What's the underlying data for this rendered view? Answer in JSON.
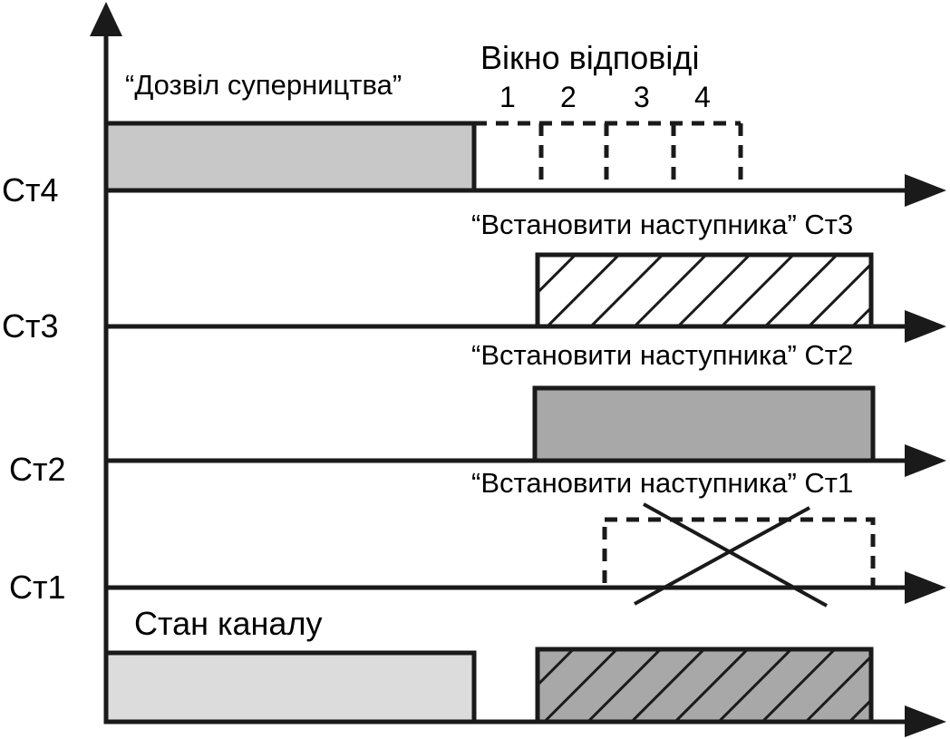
{
  "diagram": {
    "stations": [
      {
        "label": "Ст4"
      },
      {
        "label": "Ст3"
      },
      {
        "label": "Ст2"
      },
      {
        "label": "Ст1"
      }
    ],
    "contention_label": "“Дозвіл суперництва”",
    "response_window": {
      "title": "Вікно відповіді",
      "slots": [
        "1",
        "2",
        "3",
        "4"
      ]
    },
    "successor_labels": [
      "“Встановити наступника” Ст3",
      "“Встановити наступника” Ст2",
      "“Встановити наступника” Ст1"
    ],
    "channel_state_label": "Стан каналу",
    "colors": {
      "line": "#1a1a1a",
      "gray_fill": "#c8c8c8",
      "dark_gray_fill": "#a8a8a8",
      "light_gray_fill": "#dcdcdc",
      "hatch_fill": "#ffffff"
    }
  }
}
